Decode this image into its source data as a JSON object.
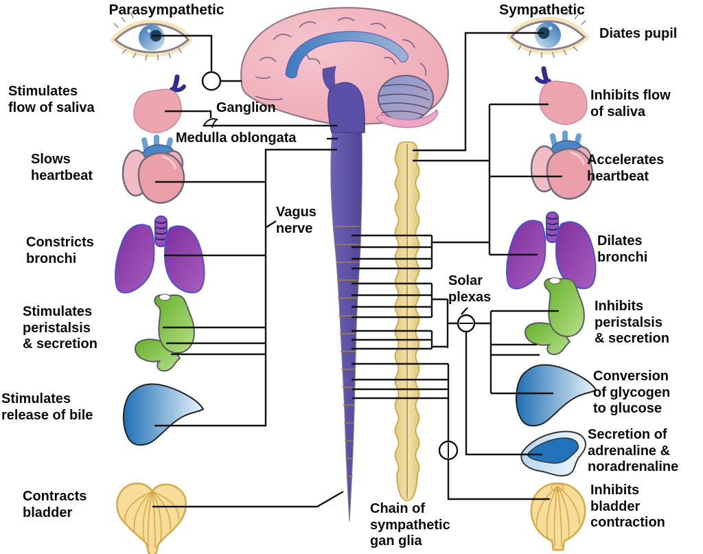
{
  "titles": {
    "left": "Parasympathetic",
    "right": "Sympathetic"
  },
  "center_labels": {
    "ganglion": "Ganglion",
    "medulla_oblongata": "Medulla oblongata",
    "vagus_nerve": "Vagus\nnerve",
    "solar_plexus": "Solar\nplexas",
    "sympathetic_chain": "Chain of\nsympathetic\ngan glia"
  },
  "parasympathetic_effects": [
    {
      "organ": "salivary-gland",
      "label": "Stimulates\nflow of saliva"
    },
    {
      "organ": "heart",
      "label": "Slows\nheartbeat"
    },
    {
      "organ": "lungs",
      "label": "Constricts\nbronchi"
    },
    {
      "organ": "stomach",
      "label": "Stimulates\nperistalsis\n& secretion"
    },
    {
      "organ": "liver",
      "label": "Stimulates\nrelease of bile"
    },
    {
      "organ": "bladder",
      "label": "Contracts\nbladder"
    }
  ],
  "sympathetic_effects": [
    {
      "organ": "eye",
      "label": "Diates pupil"
    },
    {
      "organ": "salivary-gland",
      "label": "Inhibits flow\nof saliva"
    },
    {
      "organ": "heart",
      "label": "Accelerates\nheartbeat"
    },
    {
      "organ": "lungs",
      "label": "Dilates\nbronchi"
    },
    {
      "organ": "stomach",
      "label": "Inhibits\nperistalsis\n& secretion"
    },
    {
      "organ": "liver",
      "label": "Conversion\nof glycogen\nto glucose"
    },
    {
      "organ": "adrenal-gland",
      "label": "Secretion of\nadrenaline &\nnoradrenaline"
    },
    {
      "organ": "bladder",
      "label": "Inhibits\nbladder\ncontraction"
    }
  ],
  "colors": {
    "line": "#111111",
    "spinal_cord": "#5b50a8",
    "sympathetic_chain": "#ecd694",
    "chain_stroke": "#c2a23e",
    "brain_pink": "#efabb7",
    "heart_pink": "#eb9fa8",
    "lung_purple": "#8b3fa8",
    "stomach_green": "#6ab42e",
    "liver_blue": "#2878c0",
    "bladder_yellow": "#f7dd9a",
    "eye_iris_blue": "#2e6fb0",
    "background": "#ffffff"
  }
}
